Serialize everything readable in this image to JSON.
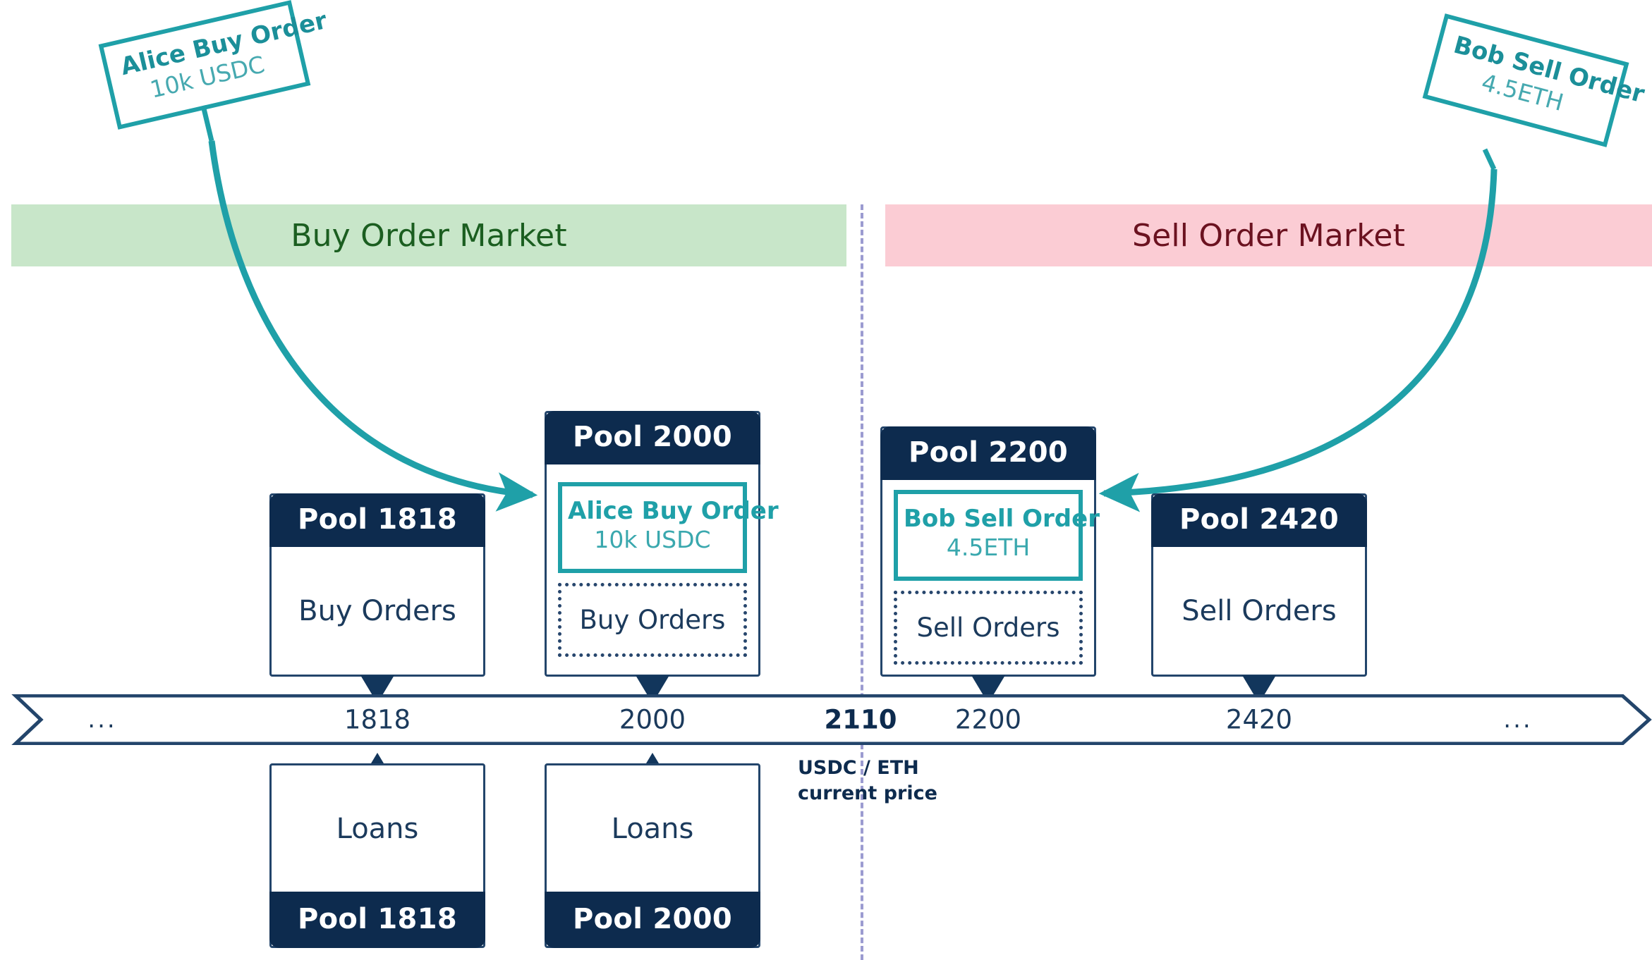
{
  "markets": {
    "buy": {
      "label": "Buy Order Market"
    },
    "sell": {
      "label": "Sell Order Market"
    }
  },
  "tags": [
    {
      "name": "alice-order-tag",
      "title": "Alice Buy Order",
      "amount": "10k USDC"
    },
    {
      "name": "bob-order-tag",
      "title": "Bob Sell Order",
      "amount": "4.5ETH"
    }
  ],
  "pools": [
    {
      "name": "pool-1818",
      "header": "Pool 1818",
      "content_label": "Buy Orders",
      "order": null
    },
    {
      "name": "pool-2000",
      "header": "Pool 2000",
      "content_label": "Buy Orders",
      "order": {
        "title": "Alice Buy Order",
        "amount": "10k USDC"
      }
    },
    {
      "name": "pool-2200",
      "header": "Pool 2200",
      "content_label": "Sell Orders",
      "order": {
        "title": "Bob Sell Order",
        "amount": "4.5ETH"
      }
    },
    {
      "name": "pool-2420",
      "header": "Pool 2420",
      "content_label": "Sell Orders",
      "order": null
    }
  ],
  "loans": [
    {
      "name": "loans-1818",
      "body": "Loans",
      "footer": "Pool 1818"
    },
    {
      "name": "loans-2000",
      "body": "Loans",
      "footer": "Pool 2000"
    }
  ],
  "axis": {
    "left_ellipsis": "...",
    "right_ellipsis": "...",
    "ticks": [
      {
        "value": "1818",
        "bold": false
      },
      {
        "value": "2000",
        "bold": false
      },
      {
        "value": "2110",
        "bold": true
      },
      {
        "value": "2200",
        "bold": false
      },
      {
        "value": "2420",
        "bold": false
      }
    ]
  },
  "price_note": {
    "line1": "USDC / ETH",
    "line2": "current price"
  },
  "colors": {
    "teal": "#1fa0a8",
    "navy": "#0d2b4e",
    "navy_border": "#23456b",
    "buy_band": "#c8e6c9",
    "buy_text": "#1b5e20",
    "sell_band": "#fbccd4",
    "sell_text": "#6b1220",
    "divider": "#9b9bd0"
  }
}
